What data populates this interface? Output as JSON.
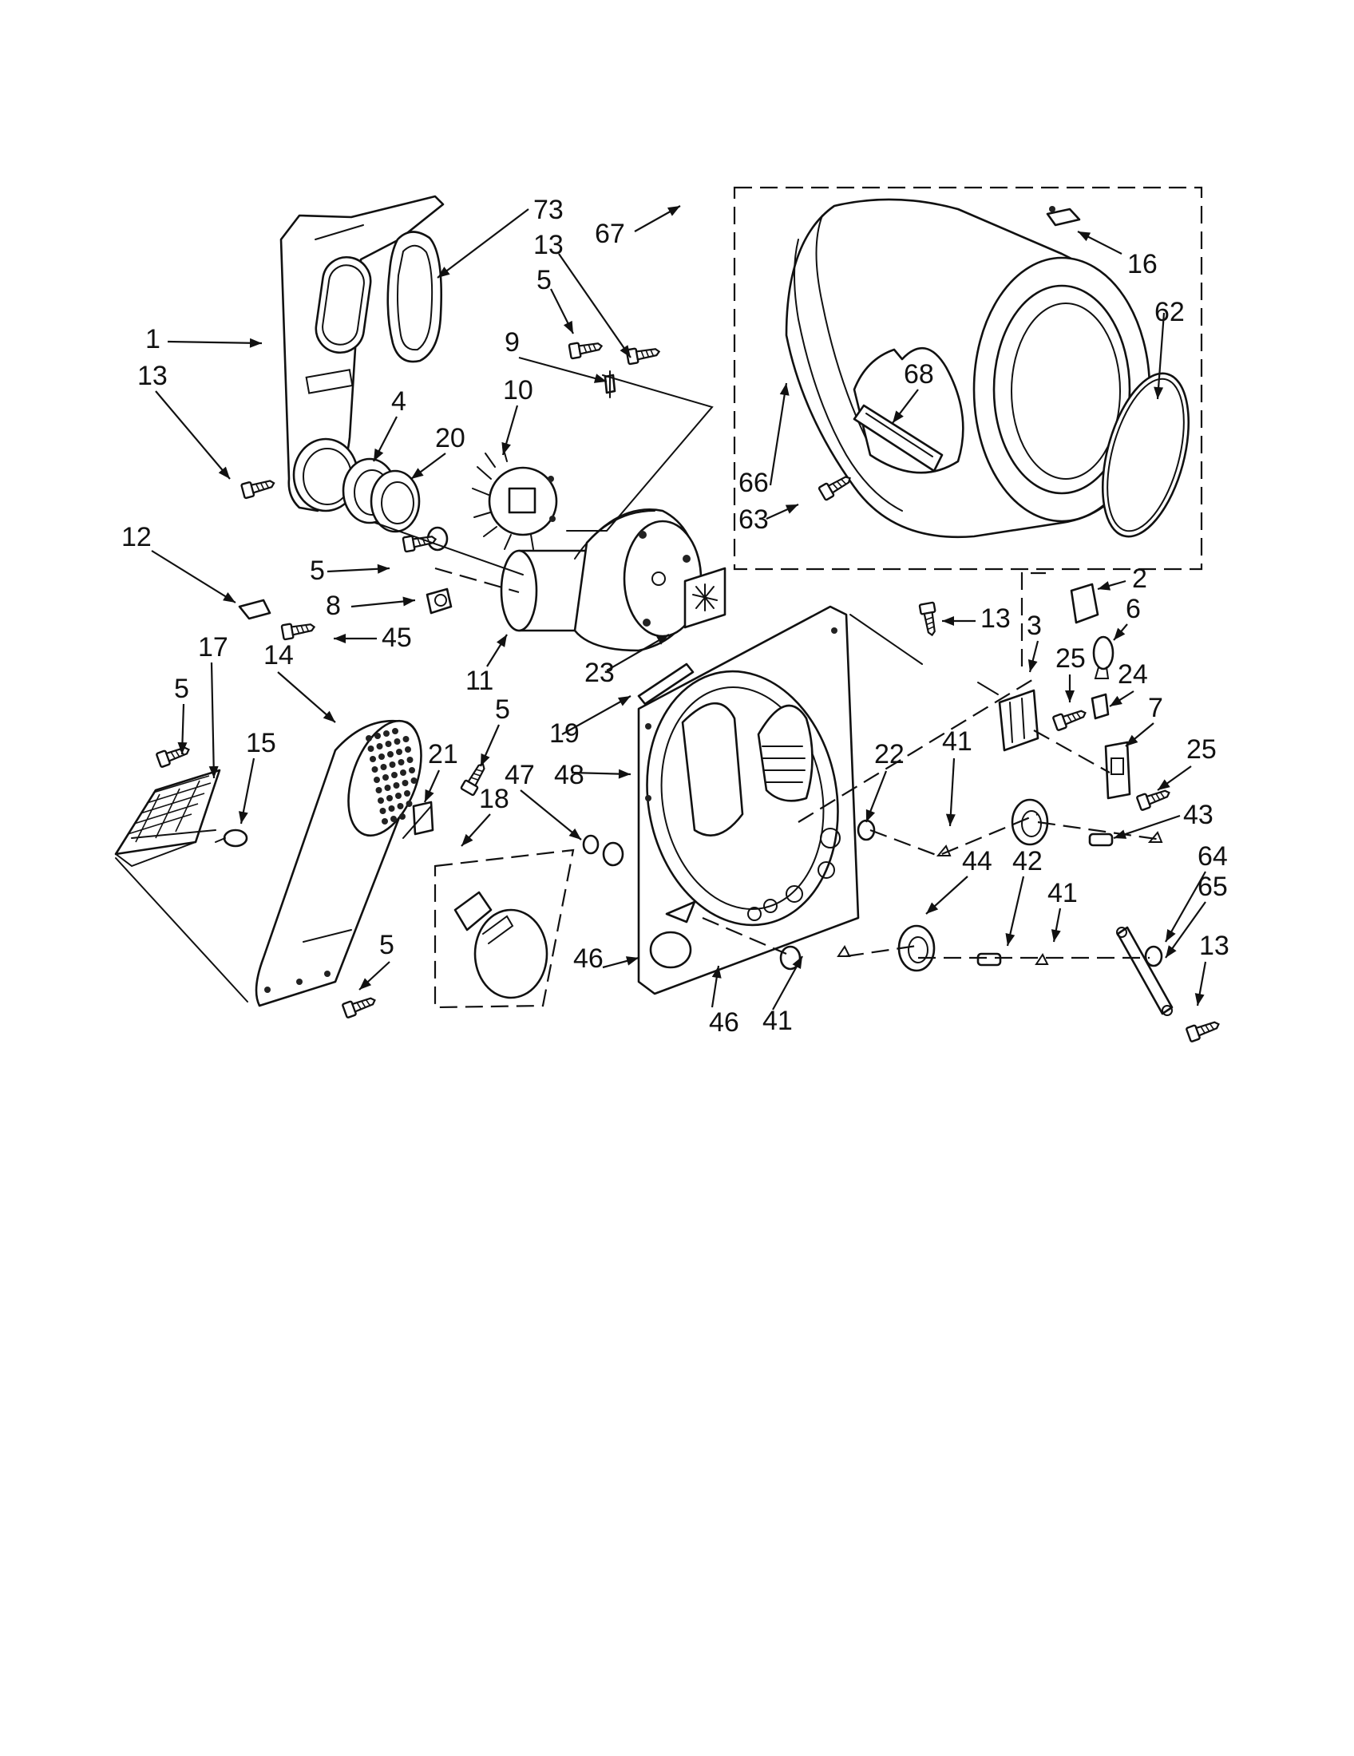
{
  "callouts": [
    {
      "id": "c73",
      "text": "73"
    },
    {
      "id": "c67",
      "text": "67"
    },
    {
      "id": "c13a",
      "text": "13"
    },
    {
      "id": "c5a",
      "text": "5"
    },
    {
      "id": "c16",
      "text": "16"
    },
    {
      "id": "c62",
      "text": "62"
    },
    {
      "id": "c1",
      "text": "1"
    },
    {
      "id": "c9",
      "text": "9"
    },
    {
      "id": "c13b",
      "text": "13"
    },
    {
      "id": "c10",
      "text": "10"
    },
    {
      "id": "c68",
      "text": "68"
    },
    {
      "id": "c4",
      "text": "4"
    },
    {
      "id": "c20",
      "text": "20"
    },
    {
      "id": "c66",
      "text": "66"
    },
    {
      "id": "c63",
      "text": "63"
    },
    {
      "id": "c12",
      "text": "12"
    },
    {
      "id": "c5b",
      "text": "5"
    },
    {
      "id": "c8",
      "text": "8"
    },
    {
      "id": "c2",
      "text": "2"
    },
    {
      "id": "c6",
      "text": "6"
    },
    {
      "id": "c13c",
      "text": "13"
    },
    {
      "id": "c3",
      "text": "3"
    },
    {
      "id": "c45",
      "text": "45"
    },
    {
      "id": "c11",
      "text": "11"
    },
    {
      "id": "c23",
      "text": "23"
    },
    {
      "id": "c25a",
      "text": "25"
    },
    {
      "id": "c24",
      "text": "24"
    },
    {
      "id": "c17",
      "text": "17"
    },
    {
      "id": "c14",
      "text": "14"
    },
    {
      "id": "c7",
      "text": "7"
    },
    {
      "id": "c5c",
      "text": "5"
    },
    {
      "id": "c15",
      "text": "15"
    },
    {
      "id": "c5d",
      "text": "5"
    },
    {
      "id": "c19",
      "text": "19"
    },
    {
      "id": "c41a",
      "text": "41"
    },
    {
      "id": "c25b",
      "text": "25"
    },
    {
      "id": "c21",
      "text": "21"
    },
    {
      "id": "c47",
      "text": "47"
    },
    {
      "id": "c48",
      "text": "48"
    },
    {
      "id": "c22",
      "text": "22"
    },
    {
      "id": "c18",
      "text": "18"
    },
    {
      "id": "c43",
      "text": "43"
    },
    {
      "id": "c44",
      "text": "44"
    },
    {
      "id": "c42",
      "text": "42"
    },
    {
      "id": "c64",
      "text": "64"
    },
    {
      "id": "c41b",
      "text": "41"
    },
    {
      "id": "c65",
      "text": "65"
    },
    {
      "id": "c46a",
      "text": "46"
    },
    {
      "id": "c5e",
      "text": "5"
    },
    {
      "id": "c13d",
      "text": "13"
    },
    {
      "id": "c46b",
      "text": "46"
    },
    {
      "id": "c41c",
      "text": "41"
    }
  ]
}
